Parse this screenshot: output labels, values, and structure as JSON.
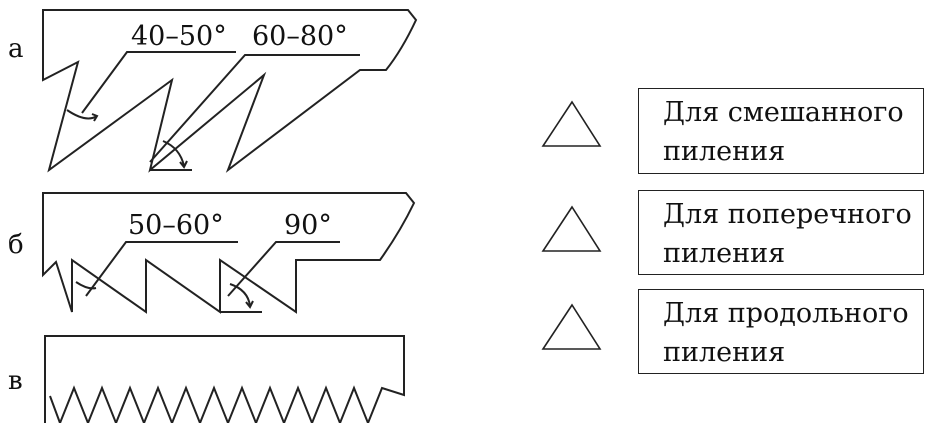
{
  "figure": {
    "blades": [
      {
        "letter": "а",
        "angles": [
          "40–50°",
          "60–80°"
        ]
      },
      {
        "letter": "б",
        "angles": [
          "50–60°",
          "90°"
        ]
      },
      {
        "letter": "в",
        "angles": []
      }
    ]
  },
  "options": [
    {
      "line1": "Для смешанного",
      "line2": "пиления"
    },
    {
      "line1": "Для поперечного",
      "line2": "пиления"
    },
    {
      "line1": "Для продольного",
      "line2": "пиления"
    }
  ],
  "colors": {
    "ink": "#222222"
  }
}
